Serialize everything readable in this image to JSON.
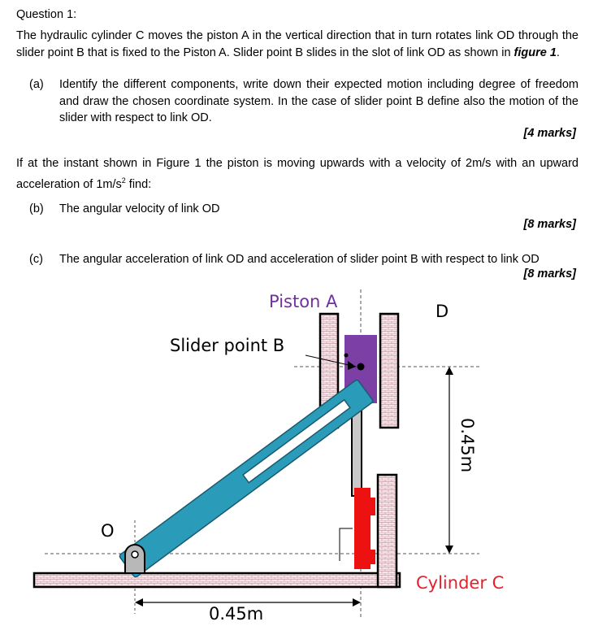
{
  "question": {
    "title": "Question 1:",
    "intro": "The hydraulic cylinder C moves the piston A in the vertical direction that in turn rotates link OD through the slider point B that is fixed to the Piston A. Slider point B slides in the slot of link OD as shown in",
    "figure_ref": "figure 1",
    "parts": [
      {
        "label": "(a)",
        "text": "Identify the different components, write down their expected motion including degree of freedom and draw the chosen coordinate system. In the case of slider point B define also the motion of the slider with respect to link OD.",
        "marks": "[4 marks]"
      },
      {
        "label": "(b)",
        "text": "The angular velocity of link OD",
        "marks": "[8 marks]"
      },
      {
        "label": "(c)",
        "text": "The angular acceleration of link OD and acceleration of slider point B with respect to link OD",
        "marks": "[8 marks]"
      }
    ],
    "condition_pre": "If at the instant shown in Figure 1 the piston is moving upwards with a velocity of 2m/s with an upward acceleration of 1m/s",
    "condition_sup": "2",
    "condition_post": " find:"
  },
  "figure": {
    "labels": {
      "piston": "Piston A",
      "slider": "Slider point B",
      "d": "D",
      "o": "O",
      "vertical_dim": "0.45m",
      "horizontal_dim": "0.45m",
      "cylinder": "Cylinder C"
    },
    "colors": {
      "link": "#2a9bb8",
      "link_edge": "#1b5a6e",
      "piston": "#7b3fa6",
      "cylinder": "#ee1111",
      "cylinder_label": "#e8202a",
      "piston_label": "#7030a0",
      "wall_fill": "#f7e4e8",
      "wall_hatch": "#c8a0a8"
    }
  }
}
